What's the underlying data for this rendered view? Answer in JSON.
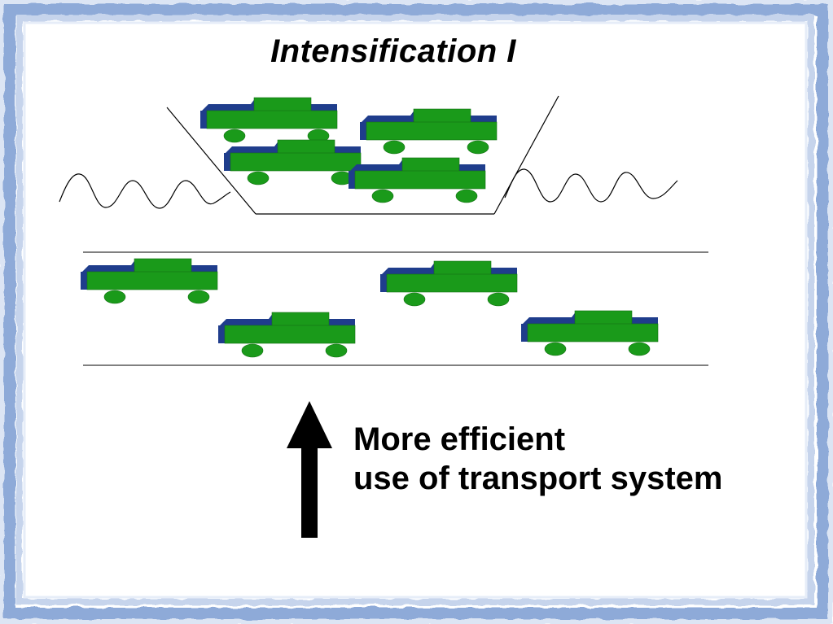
{
  "slide": {
    "title": "Intensification I",
    "caption_line_1": "More efficient",
    "caption_line_2": "use of transport system"
  },
  "colors": {
    "car_body": "#1a9a1a",
    "car_shadow": "#1f3d8c",
    "frame_blue": "#8aa6d6",
    "frame_light": "#c9d6ee",
    "line": "#000000",
    "arrow": "#000000"
  },
  "icons": {
    "car": "car-icon",
    "arrow": "up-arrow-icon"
  }
}
